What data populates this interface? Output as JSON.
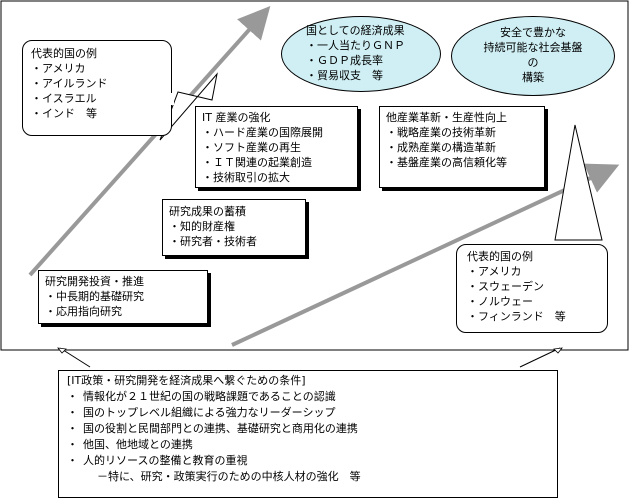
{
  "top_left_example": {
    "title": "代表的国の例",
    "items": [
      "・アメリカ",
      "・アイルランド",
      "・イスラエル",
      "・インド　等"
    ]
  },
  "economic_outcomes": {
    "title": "国としての経済成果",
    "items": [
      "・一人当たりＧＮＰ",
      "・ＧＤＰ成長率",
      "・貿易収支　等"
    ]
  },
  "social_infrastructure": {
    "lines": [
      "安全で豊かな",
      "持続可能な社会基盤",
      "の",
      "構築"
    ]
  },
  "it_industry": {
    "title": "IT 産業の強化",
    "items": [
      "・ハード産業の国際展開",
      "・ソフト産業の再生",
      "・ＩＴ関連の起業創造",
      "・技術取引の拡大"
    ]
  },
  "other_industries": {
    "title": "他産業革新・生産性向上",
    "items": [
      "・戦略産業の技術革新",
      "・成熟産業の構造革新",
      "・基盤産業の高信頼化等"
    ]
  },
  "research_accumulation": {
    "title": "研究成果の蓄積",
    "items": [
      "・知的財産権",
      "・研究者・技術者"
    ]
  },
  "rd_investment": {
    "title": "研究開発投資・推進",
    "items": [
      "・中長期的基礎研究",
      "・応用指向研究"
    ]
  },
  "bottom_right_example": {
    "title": "代表的国の例",
    "items": [
      "・アメリカ",
      "・スウェーデン",
      "・ノルウェー",
      "・フィンランド　等"
    ]
  },
  "conditions": {
    "title": "[IT政策・研究開発を経済成果へ繋ぐための条件]",
    "items": [
      {
        "bullet": "・",
        "text": "情報化が２１世紀の国の戦略課題であることの認識"
      },
      {
        "bullet": "・",
        "text": "国のトップレベル組織による強力なリーダーシップ"
      },
      {
        "bullet": "・",
        "text": "国の役割と民間部門との連携、基礎研究と商用化の連携"
      },
      {
        "bullet": "・",
        "text": "他国、他地域との連携"
      },
      {
        "bullet": "・",
        "text": "人的リソースの整備と教育の重視"
      },
      {
        "bullet": "",
        "text": "－特に、研究・政策実行のための中核人材の強化　等"
      }
    ]
  }
}
